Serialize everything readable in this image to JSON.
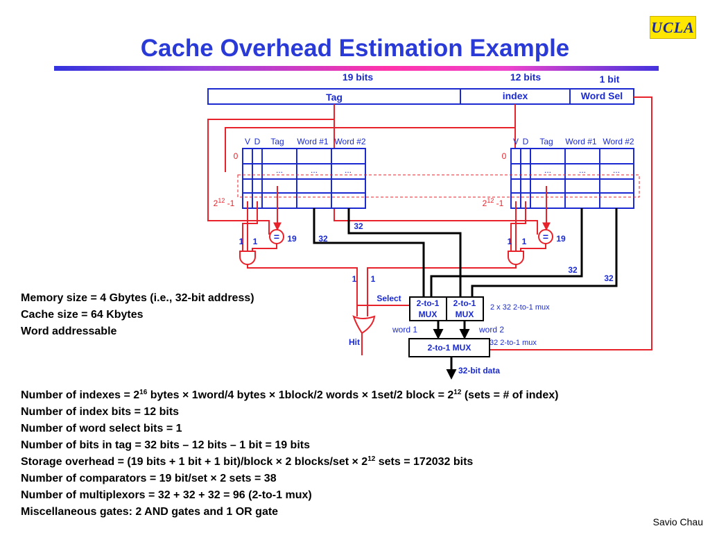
{
  "slide": {
    "title": "Cache Overhead Estimation Example",
    "logo": "UCLA",
    "author": "Savio Chau"
  },
  "address_fields": {
    "tag_bits": "19 bits",
    "index_bits": "12 bits",
    "wordsel_bits": "1 bit",
    "tag_label": "Tag",
    "index_label": "index",
    "wordsel_label": "Word Sel"
  },
  "cache_table": {
    "col_v": "V",
    "col_d": "D",
    "col_tag": "Tag",
    "col_word1": "Word #1",
    "col_word2": "Word #2",
    "row_first": "0",
    "row_last_base": "2",
    "row_last_exp": "12",
    "row_last_suffix": " -1",
    "ellipsis": "..."
  },
  "logic": {
    "equal_sign": "=",
    "cmp_width": "19",
    "bus_32": "32",
    "bit_1": "1",
    "select_label": "Select",
    "hit_label": "Hit",
    "mux_line1": "2-to-1",
    "mux_line2": "MUX",
    "mux_note": "2 x 32  2-to-1 mux",
    "word1_label": "word 1",
    "word2_label": "word 2",
    "final_mux": "2-to-1 MUX",
    "final_mux_note": "32 2-to-1 mux",
    "data_out": "32-bit data"
  },
  "notes": [
    "Memory size = 4 Gbytes (i.e., 32-bit address)",
    "Cache size = 64 Kbytes",
    "Word addressable"
  ],
  "calculations": {
    "indexes_a": "Number of indexes = 2",
    "indexes_exp1": "16",
    "indexes_b": " bytes × 1word/4 bytes × 1block/2 words × 1set/2 block = 2",
    "indexes_exp2": "12",
    "indexes_c": " (sets = # of index)",
    "index_bits": "Number of index bits = 12 bits",
    "wordsel_bits": "Number of word select bits = 1",
    "tag_bits": "Number of bits in tag = 32 bits – 12 bits – 1 bit = 19 bits",
    "overhead_a": "Storage overhead = (19 bits + 1 bit + 1 bit)/block × 2 blocks/set × 2",
    "overhead_exp": "12",
    "overhead_b": " sets = 172032 bits",
    "comparators": "Number of comparators = 19 bit/set × 2 sets = 38",
    "multiplexors": "Number of multiplexors = 32 + 32 + 32 = 96 (2-to-1 mux)",
    "gates": "Miscellaneous gates: 2 AND gates and 1 OR gate"
  },
  "colors": {
    "accent_blue": "#1a2ad0",
    "wire_red": "#e8222a",
    "title_blue": "#2a3ad6"
  }
}
